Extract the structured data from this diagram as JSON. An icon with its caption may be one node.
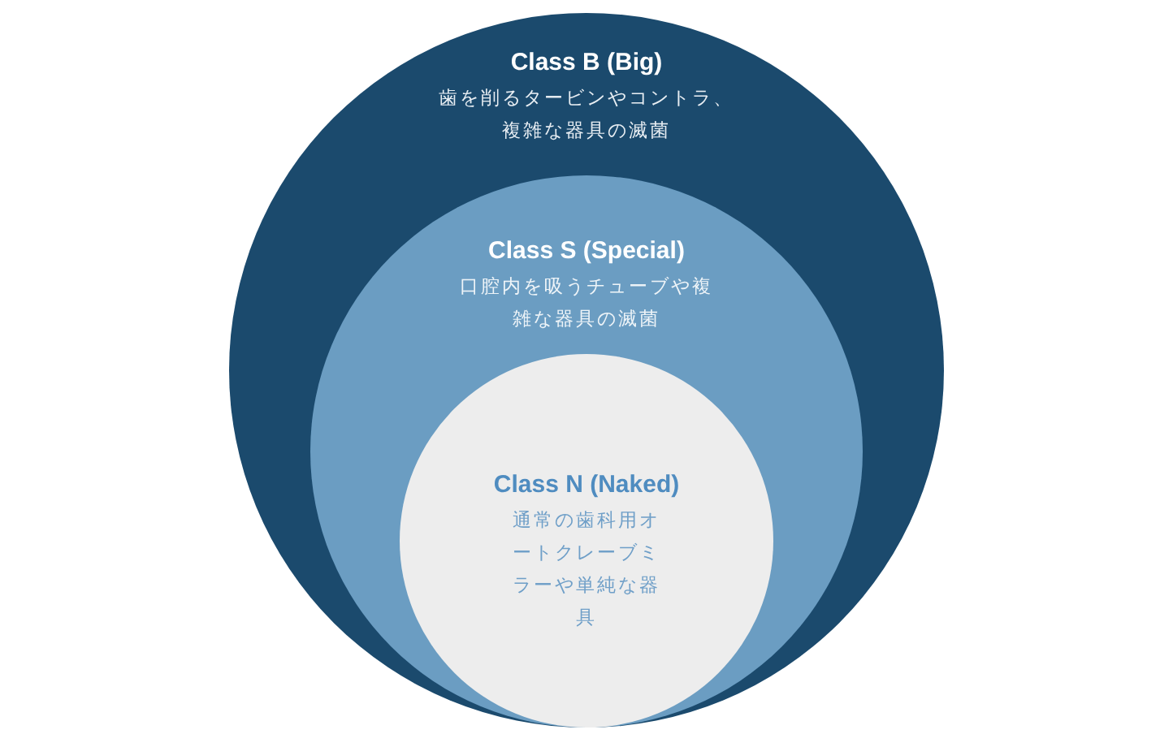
{
  "diagram": {
    "nodes": [
      {
        "text": [
          "Class B (Big)",
          "歯を削るタービンやコントラ、複雑な器具の滅菌"
        ]
      },
      {
        "text": [
          "Class S (Special)",
          "口腔内を吸うチューブや複雑な器具の滅菌"
        ],
        "in": 0
      },
      {
        "text": [
          "Class N (Naked)",
          "通常の歯科用オートクレーブミラーや単純な器具"
        ],
        "in": 1
      }
    ]
  }
}
